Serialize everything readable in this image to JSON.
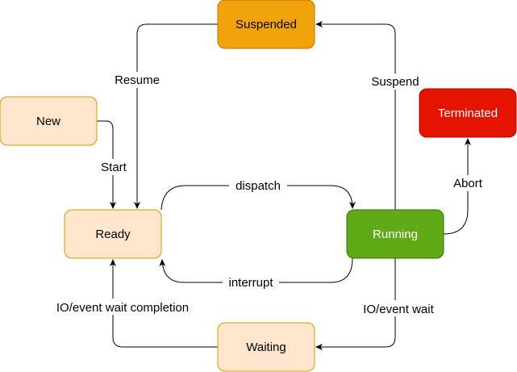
{
  "nodes": {
    "suspended": {
      "label": "Suspended",
      "fill": "#f0a30a",
      "stroke": "#bd7000",
      "text_color": "#000000"
    },
    "new": {
      "label": "New",
      "fill": "#ffe6cc",
      "stroke": "#d79b00",
      "text_color": "#000000"
    },
    "terminated": {
      "label": "Terminated",
      "fill": "#e51400",
      "stroke": "#b20000",
      "text_color": "#ffffff"
    },
    "ready": {
      "label": "Ready",
      "fill": "#ffe6cc",
      "stroke": "#d79b00",
      "text_color": "#000000"
    },
    "running": {
      "label": "Running",
      "fill": "#60a917",
      "stroke": "#2d7600",
      "text_color": "#ffffff"
    },
    "waiting": {
      "label": "Waiting",
      "fill": "#ffe6cc",
      "stroke": "#d79b00",
      "text_color": "#000000"
    }
  },
  "edges": {
    "resume": {
      "label": "Resume"
    },
    "suspend": {
      "label": "Suspend"
    },
    "start": {
      "label": "Start"
    },
    "dispatch": {
      "label": "dispatch"
    },
    "abort": {
      "label": "Abort"
    },
    "interrupt": {
      "label": "interrupt"
    },
    "io_wait_completion": {
      "label": "IO/event wait completion"
    },
    "io_wait": {
      "label": "IO/event wait"
    }
  }
}
